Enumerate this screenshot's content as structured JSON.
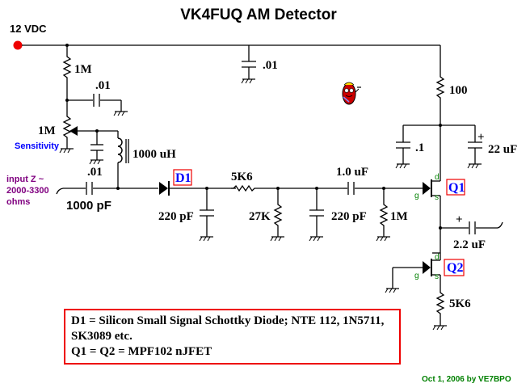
{
  "title": "VK4FUQ AM Detector",
  "supply": {
    "label": "12 VDC",
    "terminal_color": "#ee0000"
  },
  "components": {
    "r_bias_top": "1M",
    "c_bias": ".01",
    "c_supply": ".01",
    "pot": "1M",
    "pot_caption": "Sensitivity",
    "c_tank": ".01",
    "inductor": "1000 uH",
    "input_note": [
      "input Z ~",
      "2000-3300",
      "ohms"
    ],
    "c_input": "1000 pF",
    "diode": "D1",
    "c_det": "220 pF",
    "r_series": "5K6",
    "r_load": "27K",
    "c_filter": "220 pF",
    "c_couple": "1.0 uF",
    "r_gate": "1M",
    "r_drain": "100",
    "c_bypass": ".1",
    "c_elec": "22 uF",
    "c_out": "2.2 uF",
    "r_source": "5K6",
    "plus": "+",
    "q1": "Q1",
    "q2": "Q2",
    "pin_d": "d",
    "pin_g": "g",
    "pin_s": "s"
  },
  "notes": [
    "D1 = Silicon Small Signal Schottky Diode; NTE 112, 1N5711,",
    "SK3089 etc.",
    "Q1 = Q2 = MPF102 nJFET"
  ],
  "credit": "Oct 1, 2006 by VE7BPO",
  "colors": {
    "label_blue": "#0000ff",
    "pin_green": "#008000",
    "input_purple": "#800080",
    "credit_green": "#008000",
    "box_red": "#ee0000"
  }
}
